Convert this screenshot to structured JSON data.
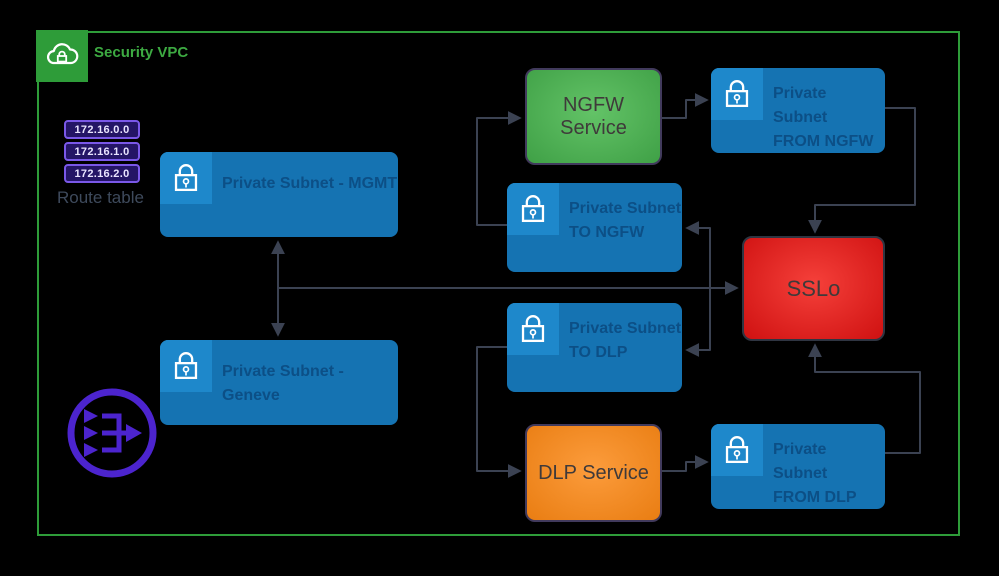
{
  "vpc": {
    "label": "Security VPC",
    "border_color": "#2E9C39",
    "label_color": "#3DAA42"
  },
  "route_table": {
    "label": "Route table",
    "entries": [
      "172.16.0.0",
      "172.16.1.0",
      "172.16.2.0"
    ],
    "accent_color": "#7A58E8"
  },
  "nodes": {
    "mgmt": {
      "label": "Private Subnet - MGMT"
    },
    "geneve": {
      "label": "Private Subnet - Geneve"
    },
    "ngfw": {
      "label": "NGFW Service",
      "color": "#4CAF50"
    },
    "from_ngfw": {
      "lines": [
        "Private Subnet",
        "FROM NGFW"
      ]
    },
    "to_ngfw": {
      "lines": [
        "Private Subnet",
        "TO NGFW"
      ]
    },
    "sslo": {
      "label": "SSLo",
      "color": "#E01A1A"
    },
    "to_dlp": {
      "lines": [
        "Private Subnet",
        "TO DLP"
      ]
    },
    "dlp": {
      "label": "DLP Service",
      "color": "#F08C1D"
    },
    "from_dlp": {
      "lines": [
        "Private Subnet",
        "FROM DLP"
      ]
    }
  },
  "colors": {
    "subnet_fill": "#1573B2",
    "subnet_icon_fill": "#1E88CB",
    "subnet_text": "#0C4F86",
    "connector": "#3B4252",
    "gateway_purple": "#4C24CE"
  }
}
